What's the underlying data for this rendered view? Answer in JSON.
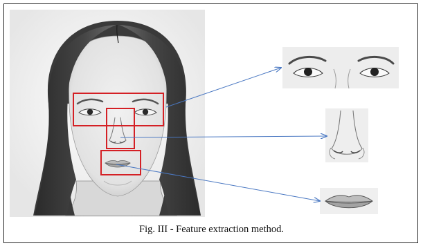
{
  "figure": {
    "caption": "Fig. III - Feature extraction method.",
    "highlight_color": "#d42025",
    "arrow_color": "#4a78c2",
    "regions": [
      {
        "name": "eyes-region"
      },
      {
        "name": "nose-region"
      },
      {
        "name": "mouth-region"
      }
    ],
    "extracted_features": [
      {
        "name": "eyes-crop"
      },
      {
        "name": "nose-crop"
      },
      {
        "name": "mouth-crop"
      }
    ]
  }
}
